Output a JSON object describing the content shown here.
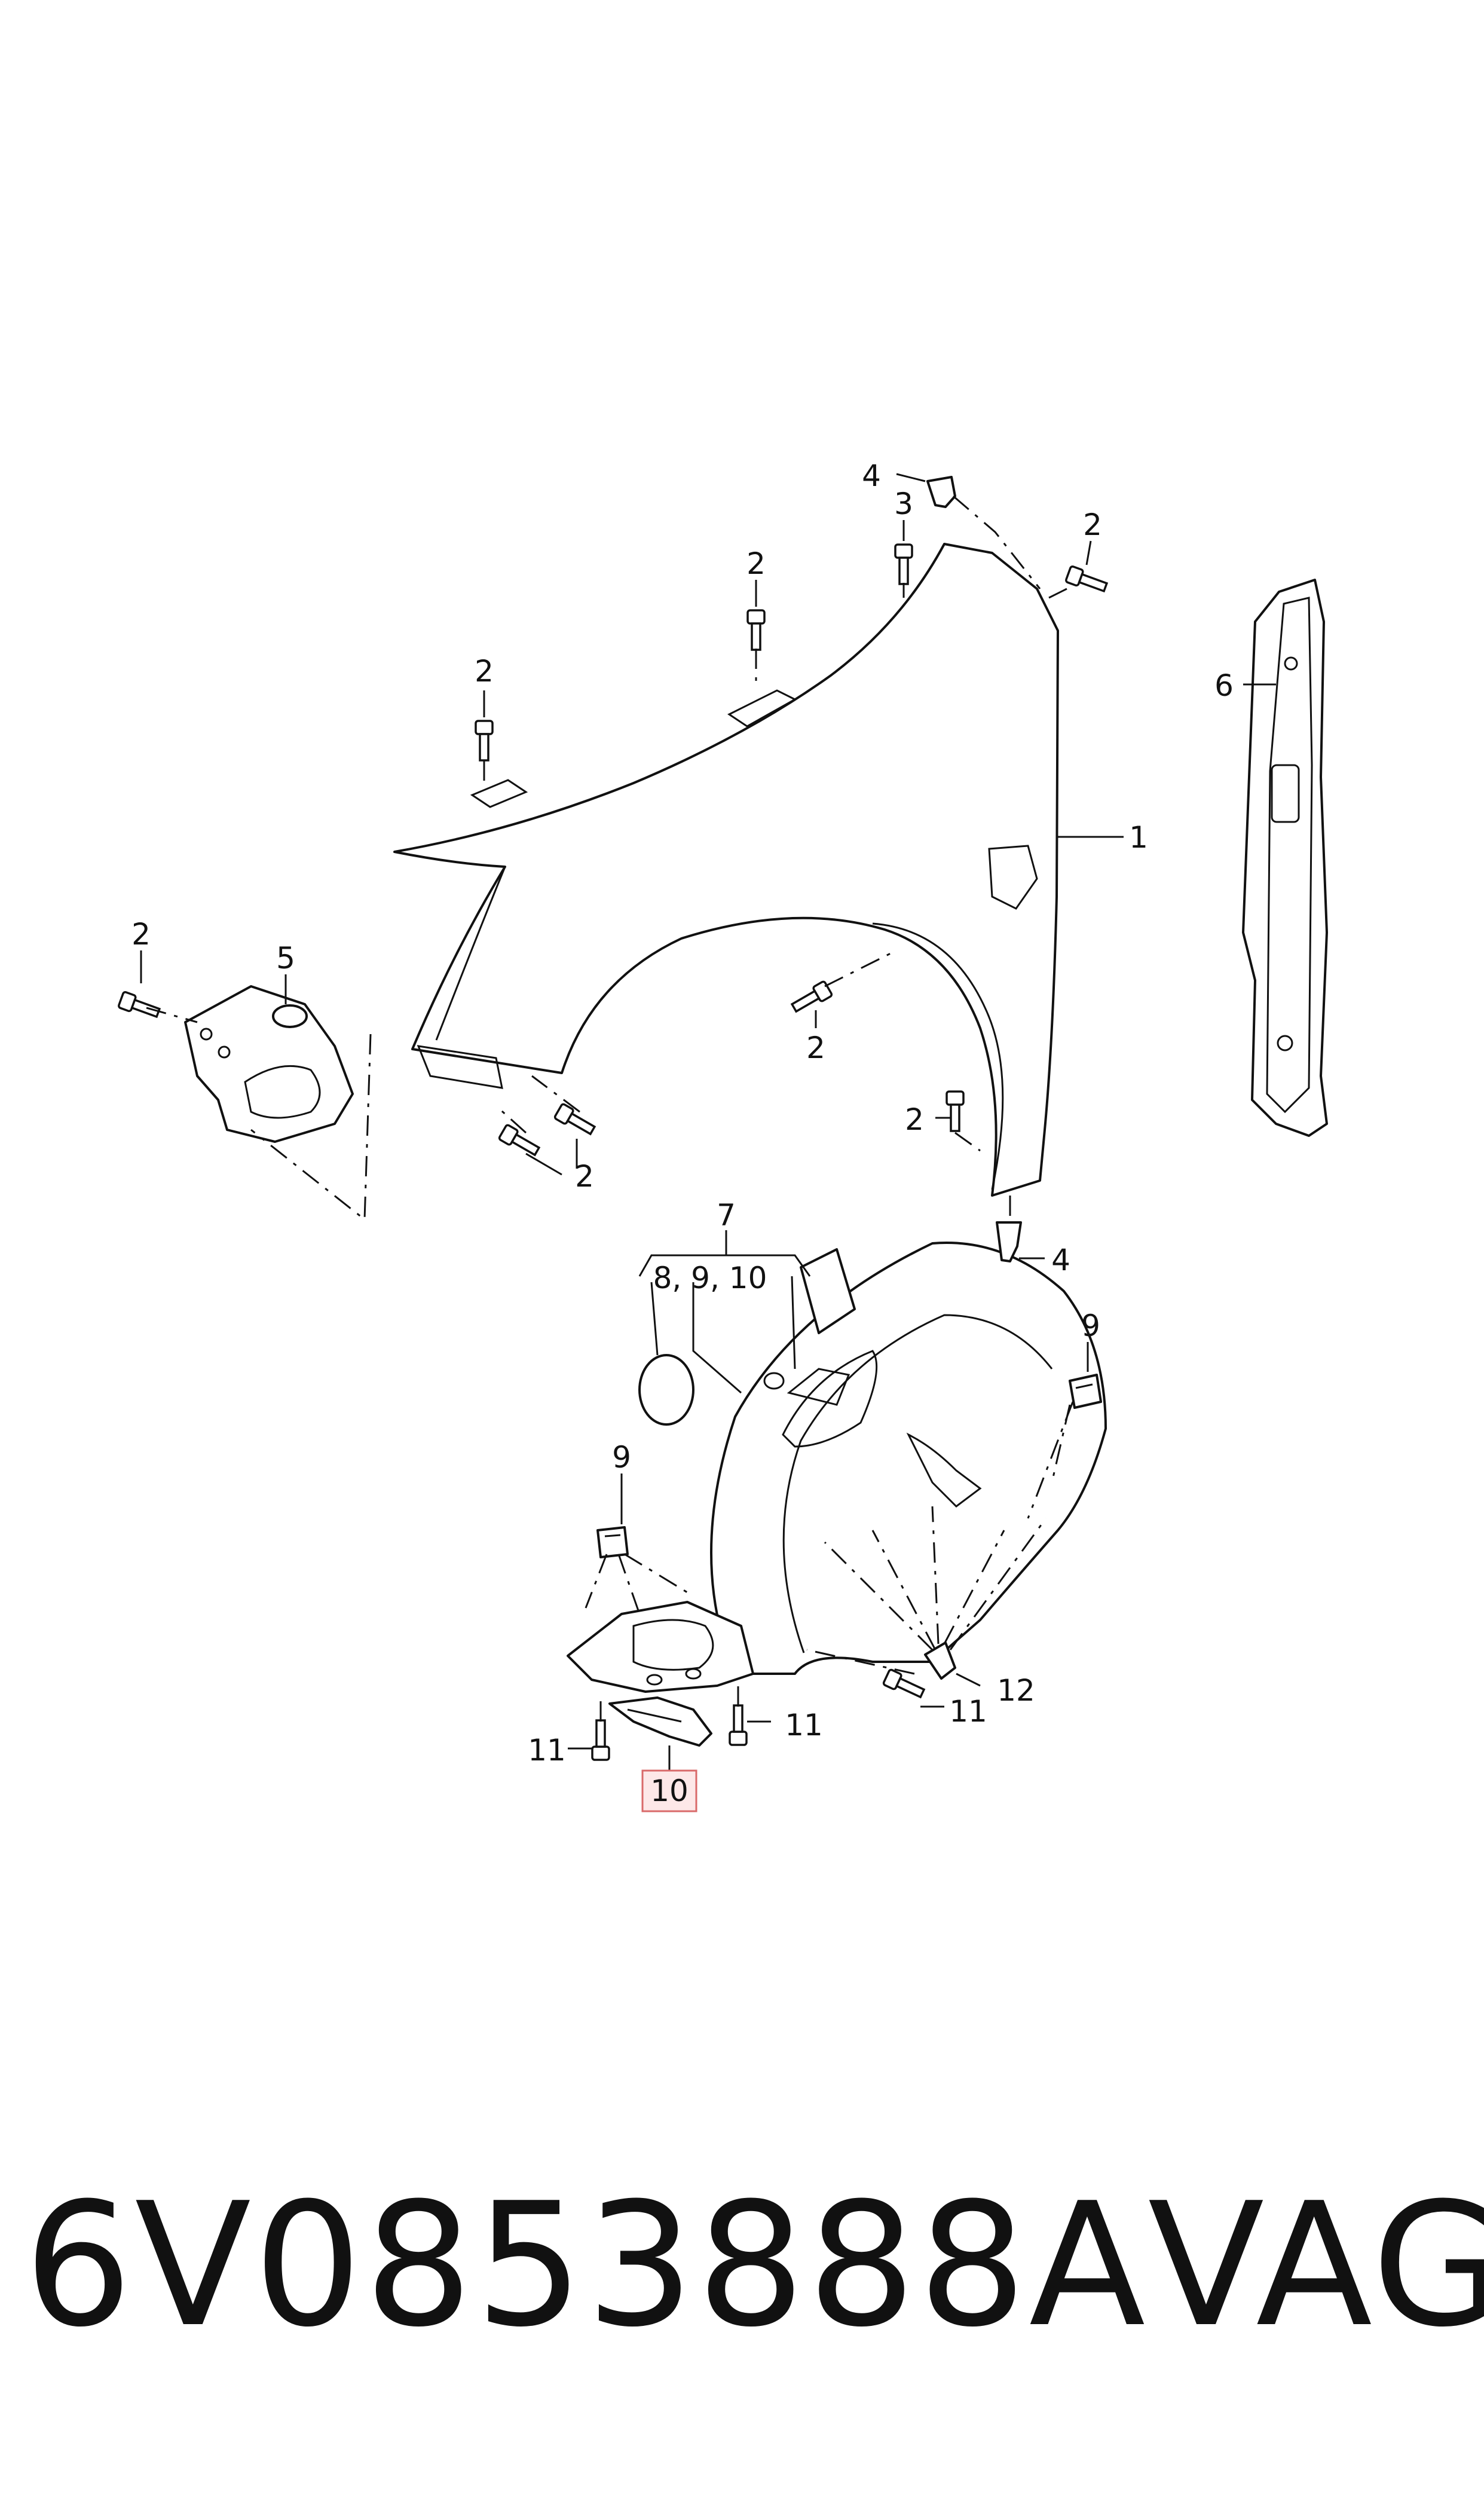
{
  "footer": {
    "part_number": "6V0853888A",
    "brand": "VAG"
  },
  "callouts": {
    "c1": "1",
    "c2": "2",
    "c3": "3",
    "c4": "4",
    "c5": "5",
    "c6": "6",
    "c7": "7",
    "c8_9_10": "8, 9, 10",
    "c9": "9",
    "c10": "10",
    "c11": "11",
    "c12": "12"
  },
  "highlight_color": "#fde8e8"
}
